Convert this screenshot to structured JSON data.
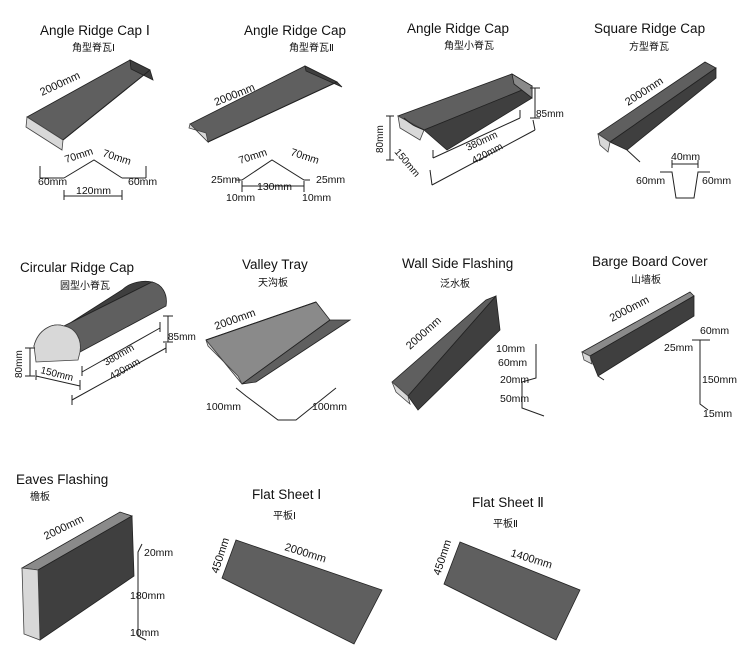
{
  "products": [
    {
      "title": "Angle Ridge Cap Ⅰ",
      "subtitle": "角型脊瓦Ⅰ",
      "dims": [
        "2000mm",
        "70mm",
        "70mm",
        "60mm",
        "120mm",
        "60mm"
      ]
    },
    {
      "title": "Angle Ridge Cap",
      "subtitle": "角型脊瓦Ⅱ",
      "dims": [
        "2000mm",
        "70mm",
        "70mm",
        "25mm",
        "130mm",
        "25mm",
        "10mm",
        "10mm"
      ]
    },
    {
      "title": "Angle Ridge Cap",
      "subtitle": "角型小脊瓦",
      "dims": [
        "85mm",
        "80mm",
        "150mm",
        "380mm",
        "420mm"
      ]
    },
    {
      "title": "Square Ridge Cap",
      "subtitle": "方型脊瓦",
      "dims": [
        "2000mm",
        "40mm",
        "60mm",
        "60mm"
      ]
    },
    {
      "title": "Circular Ridge Cap",
      "subtitle": "圆型小脊瓦",
      "dims": [
        "85mm",
        "80mm",
        "150mm",
        "380mm",
        "420mm"
      ]
    },
    {
      "title": "Valley Tray",
      "subtitle": "天沟板",
      "dims": [
        "2000mm",
        "100mm",
        "100mm"
      ]
    },
    {
      "title": "Wall Side Flashing",
      "subtitle": "泛水板",
      "dims": [
        "2000mm",
        "10mm",
        "60mm",
        "20mm",
        "50mm"
      ]
    },
    {
      "title": "Barge Board Cover",
      "subtitle": "山墙板",
      "dims": [
        "2000mm",
        "60mm",
        "25mm",
        "150mm",
        "15mm"
      ]
    },
    {
      "title": "Eaves Flashing",
      "subtitle": "檐板",
      "dims": [
        "2000mm",
        "20mm",
        "180mm",
        "10mm"
      ]
    },
    {
      "title": "Flat Sheet Ⅰ",
      "subtitle": "平板Ⅰ",
      "dims": [
        "450mm",
        "2000mm"
      ]
    },
    {
      "title": "Flat Sheet Ⅱ",
      "subtitle": "平板Ⅱ",
      "dims": [
        "450mm",
        "1400mm"
      ]
    }
  ]
}
